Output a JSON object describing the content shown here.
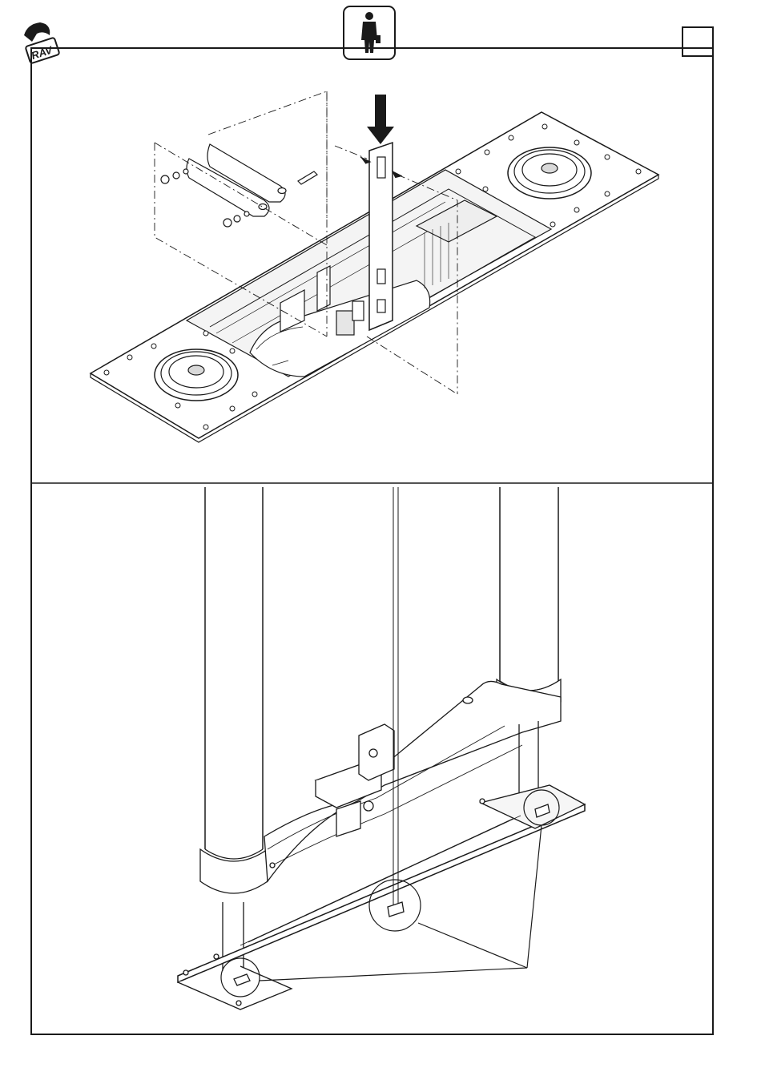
{
  "header": {
    "logo": {
      "brand": "RAV",
      "icon": "rav-logo"
    },
    "operator_icon": "single-operator-icon",
    "step_box": {
      "label": ""
    }
  },
  "panels": [
    {
      "name": "top-panel",
      "illustration": "lift-base-with-mounting-plate"
    },
    {
      "name": "bottom-panel",
      "illustration": "lift-columns-and-base-frame"
    }
  ],
  "colors": {
    "line": "#1a1a1a",
    "fill_light": "#f2f2f2",
    "fill_mid": "#d9d9d9",
    "background": "#ffffff"
  }
}
